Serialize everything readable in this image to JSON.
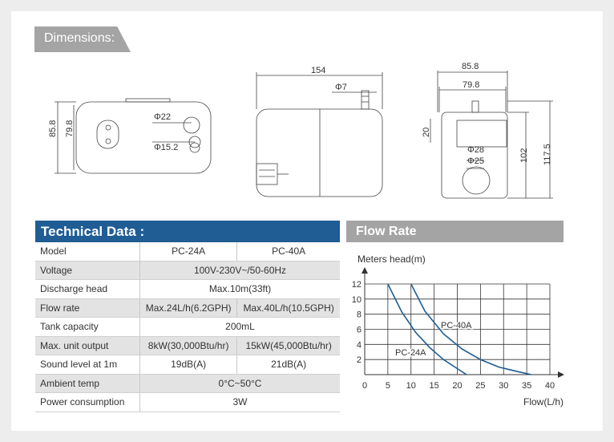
{
  "dimensions": {
    "title": "Dimensions:",
    "front": {
      "height_outer": "85.8",
      "height_inner": "79.8",
      "d_upper": "Φ22",
      "d_lower": "Φ15.2"
    },
    "side": {
      "width": "154",
      "d_pipe": "Φ7"
    },
    "end": {
      "width_outer": "85.8",
      "width_inner": "79.8",
      "h_small": "20",
      "d_upper": "Φ28",
      "d_lower": "Φ25",
      "h_mid": "102",
      "h_total": "117.5"
    }
  },
  "technical": {
    "title": "Technical Data :",
    "rows": [
      {
        "label": "Model",
        "a": "PC-24A",
        "b": "PC-40A"
      },
      {
        "label": "Voltage",
        "merged": "100V-230V~/50-60Hz"
      },
      {
        "label": "Discharge head",
        "merged": "Max.10m(33ft)"
      },
      {
        "label": "Flow rate",
        "a": "Max.24L/h(6.2GPH)",
        "b": "Max.40L/h(10.5GPH)"
      },
      {
        "label": "Tank capacity",
        "merged": "200mL"
      },
      {
        "label": "Max. unit output",
        "a": "8kW(30,000Btu/hr)",
        "b": "15kW(45,000Btu/hr)"
      },
      {
        "label": "Sound level at 1m",
        "a": "19dB(A)",
        "b": "21dB(A)"
      },
      {
        "label": "Ambient temp",
        "merged": "0°C~50°C"
      },
      {
        "label": "Power consumption",
        "merged": "3W"
      }
    ]
  },
  "flow": {
    "title": "Flow Rate",
    "chart_data": {
      "type": "line",
      "ylabel": "Meters head(m)",
      "xlabel": "Flow(L/h)",
      "xlim": [
        0,
        40
      ],
      "ylim": [
        0,
        12
      ],
      "x_ticks": [
        0,
        5,
        10,
        15,
        20,
        25,
        30,
        35,
        40
      ],
      "y_ticks": [
        2,
        4,
        6,
        8,
        10,
        12
      ],
      "grid": true,
      "series": [
        {
          "name": "PC-24A",
          "x": [
            5,
            8,
            11,
            14,
            17,
            20,
            22
          ],
          "y": [
            12,
            8.3,
            5.6,
            3.6,
            2,
            0.8,
            0
          ]
        },
        {
          "name": "PC-40A",
          "x": [
            10,
            13,
            17,
            21,
            25,
            29,
            33,
            36
          ],
          "y": [
            12,
            8.4,
            5.4,
            3.4,
            2,
            1,
            0.4,
            0
          ]
        }
      ]
    }
  }
}
